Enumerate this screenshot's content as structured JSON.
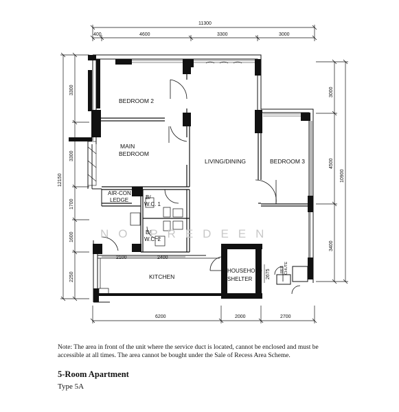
{
  "plan": {
    "overall_width": "11300",
    "overall_depth": "12150",
    "right_depth": "10900",
    "watermark": "NO PREDEEN",
    "top_dimensions": [
      "400",
      "4600",
      "3300",
      "3000"
    ],
    "bottom_dimensions": [
      "6200",
      "2000",
      "2700"
    ],
    "left_dimensions": [
      "3300",
      "3300",
      "1700",
      "1600",
      "2250"
    ],
    "right_dimensions": [
      "3000",
      "4500",
      "3400"
    ],
    "kitchen_dimensions": [
      "2100",
      "2400"
    ],
    "shelter_dimension": "2675",
    "rooms": {
      "bedroom2": "BEDROOM 2",
      "main_bedroom_line1": "MAIN",
      "main_bedroom_line2": "BEDROOM",
      "living_dining": "LIVING/DINING",
      "bedroom3": "BEDROOM 3",
      "aircon_line1": "AIR-CON",
      "aircon_line2": "LEDGE",
      "wc1_line1": "B/",
      "wc1_line2": "W.C. 1",
      "wc2_line1": "B/",
      "wc2_line2": "W.C. 2",
      "kitchen": "KITCHEN",
      "shelter_line1": "HOUSEHOLD",
      "shelter_line2": "SHELTER",
      "refuse_chute_line1": "REF",
      "refuse_chute_line2": "CHUTE"
    }
  },
  "note": "Note: The area in front of the unit where the service duct is located, cannot be enclosed and must be accessible at all times.  The area cannot be bought under the Sale of Recess Area Scheme.",
  "title": "5-Room Apartment",
  "subtitle": "Type 5A"
}
